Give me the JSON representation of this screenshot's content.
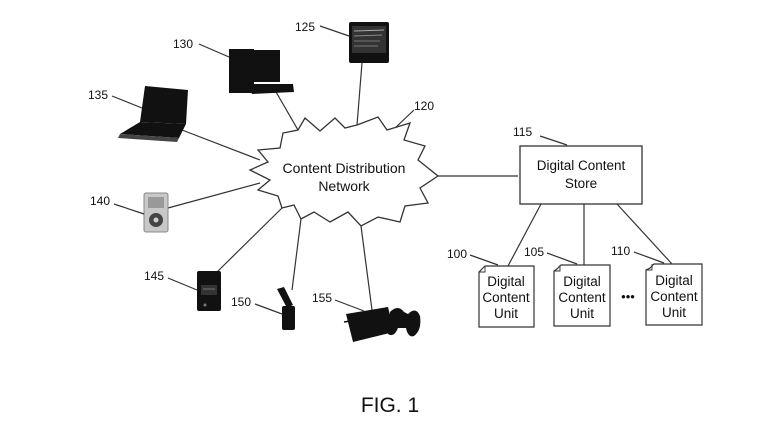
{
  "figure": {
    "caption": "FIG. 1",
    "network": {
      "ref": "120",
      "line1": "Content Distribution",
      "line2": "Network"
    },
    "store": {
      "ref": "115",
      "line1": "Digital Content",
      "line2": "Store"
    },
    "units": [
      {
        "ref": "100",
        "line1": "Digital",
        "line2": "Content",
        "line3": "Unit"
      },
      {
        "ref": "105",
        "line1": "Digital",
        "line2": "Content",
        "line3": "Unit"
      },
      {
        "ref": "110",
        "line1": "Digital",
        "line2": "Content",
        "line3": "Unit"
      }
    ],
    "ellipsis": "•••",
    "devices": [
      {
        "ref": "125",
        "icon": "tablet-icon"
      },
      {
        "ref": "130",
        "icon": "desktop-computer-icon"
      },
      {
        "ref": "135",
        "icon": "laptop-icon"
      },
      {
        "ref": "140",
        "icon": "media-player-icon"
      },
      {
        "ref": "145",
        "icon": "pda-icon"
      },
      {
        "ref": "150",
        "icon": "flip-phone-icon"
      },
      {
        "ref": "155",
        "icon": "game-console-icon"
      }
    ]
  }
}
